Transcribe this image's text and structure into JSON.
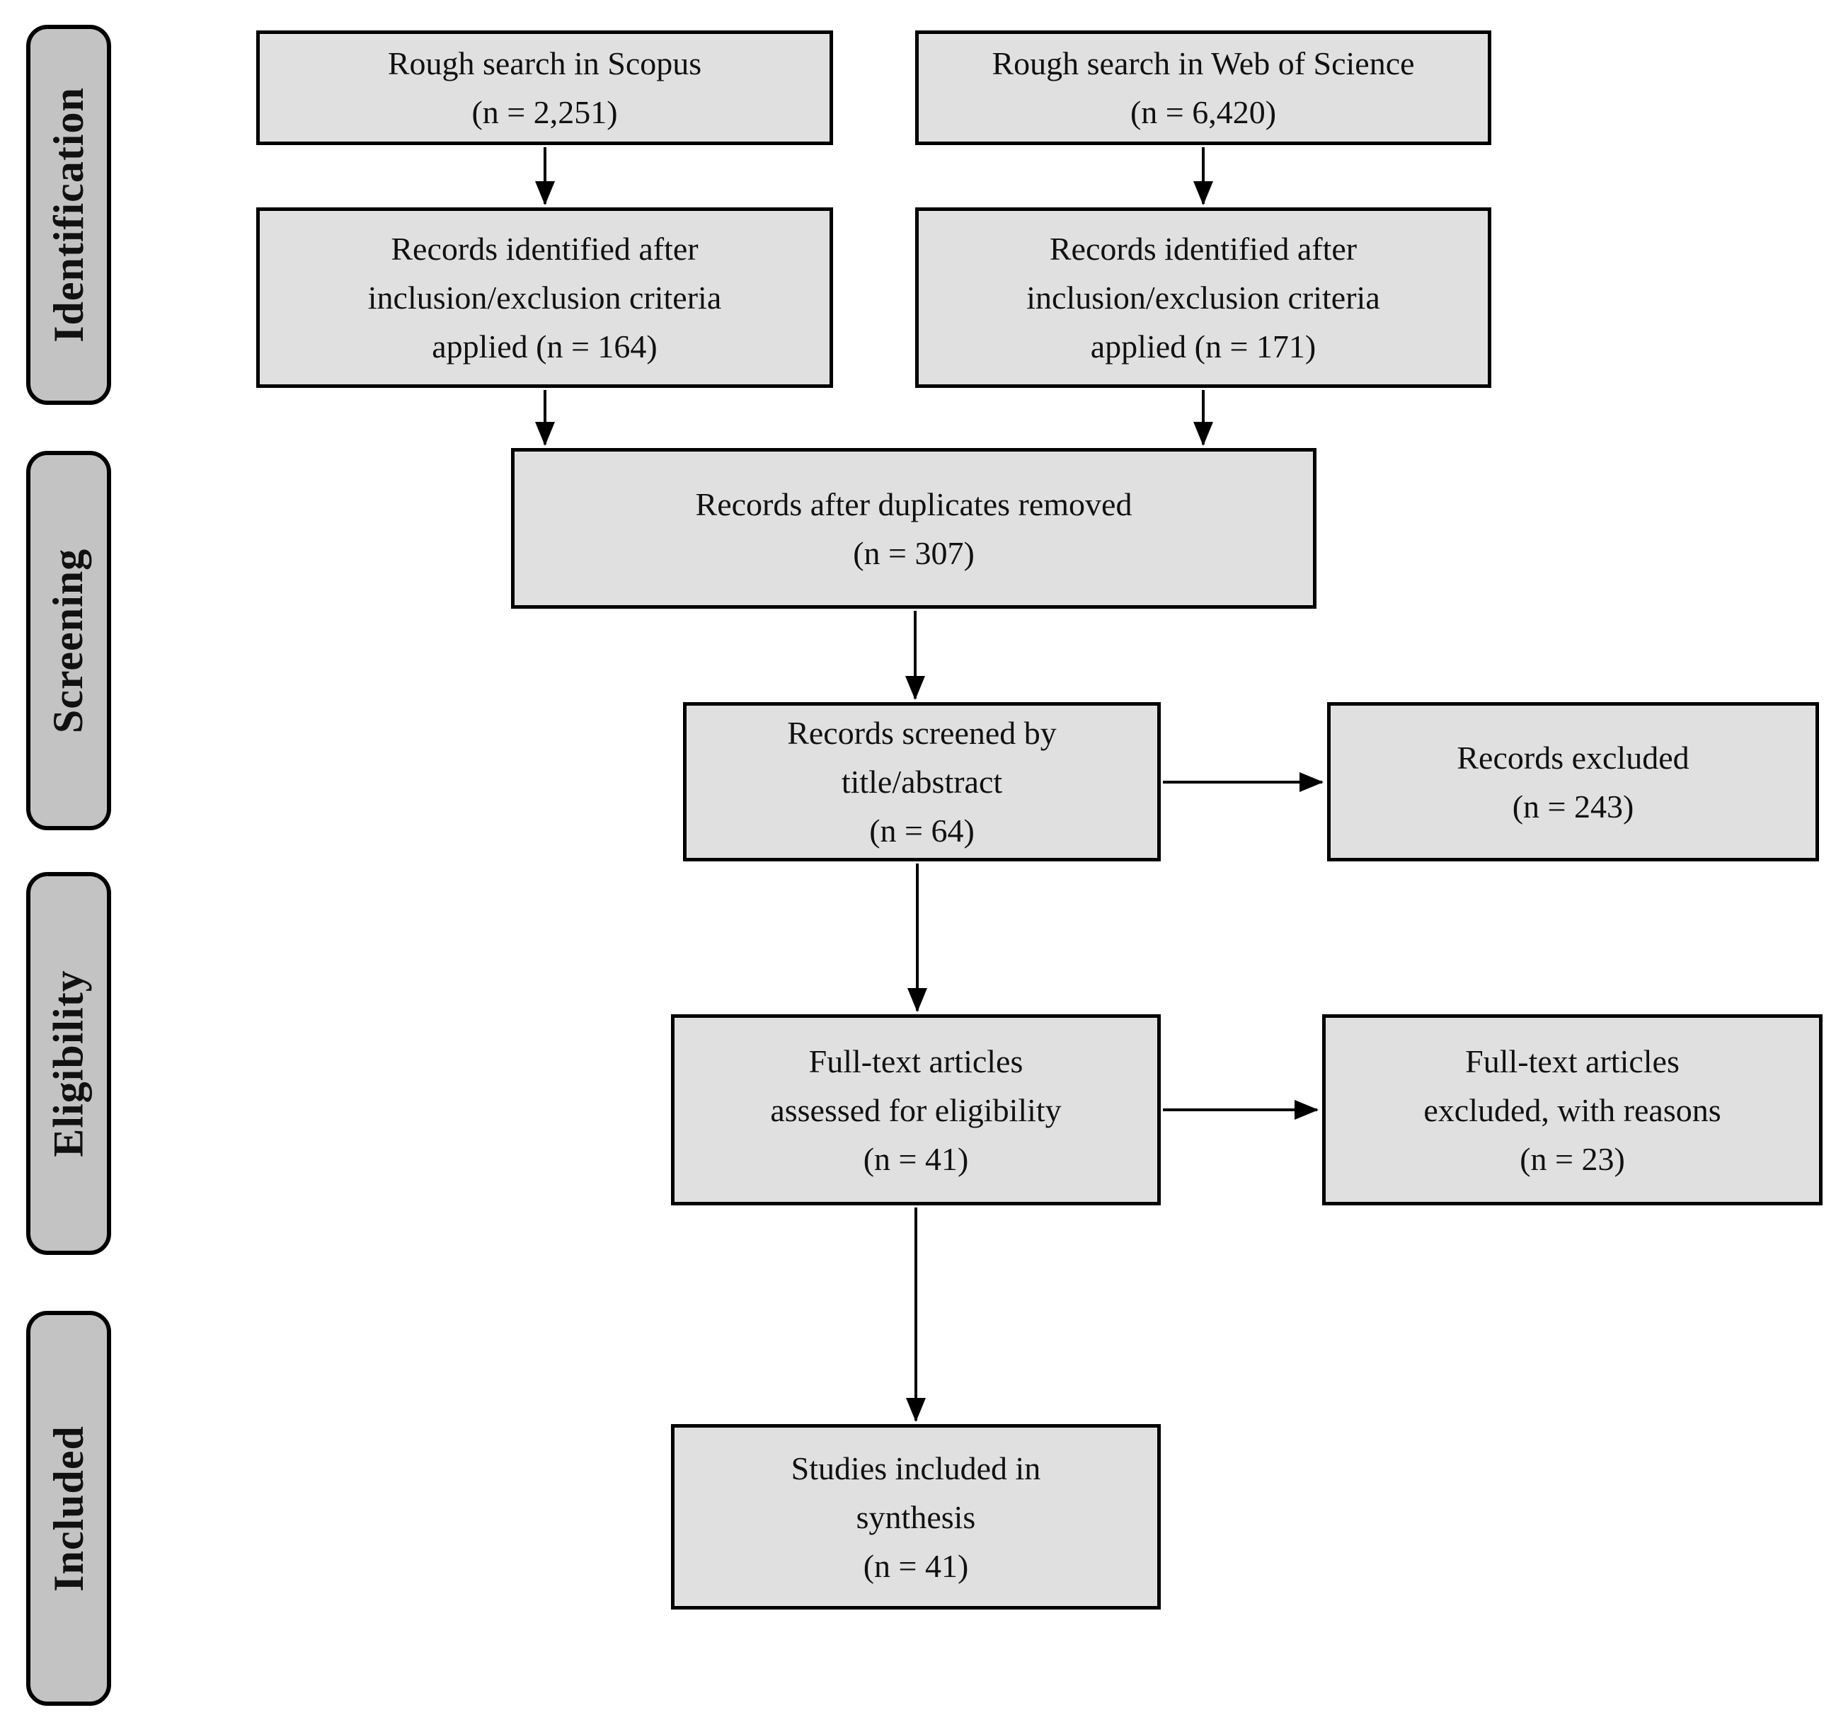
{
  "colors": {
    "background": "#ffffff",
    "box_fill": "#e0e0e0",
    "tab_fill": "#c3c3c3",
    "line": "#000000",
    "text": "#111111"
  },
  "stages": [
    {
      "label": "Identification"
    },
    {
      "label": "Screening"
    },
    {
      "label": "Eligibility"
    },
    {
      "label": "Included"
    }
  ],
  "boxes": {
    "scopus_search": {
      "n": "2,251",
      "lines": [
        "Rough search in Scopus",
        "(n = 2,251)"
      ]
    },
    "wos_search": {
      "n": "6,420",
      "lines": [
        "Rough search in Web of Science",
        "(n = 6,420)"
      ]
    },
    "scopus_filtered": {
      "n": "164",
      "lines": [
        "Records identified after",
        "inclusion/exclusion criteria",
        "applied (n = 164)"
      ]
    },
    "wos_filtered": {
      "n": "171",
      "lines": [
        "Records identified after",
        "inclusion/exclusion criteria",
        "applied (n = 171)"
      ]
    },
    "duplicates_removed": {
      "n": "307",
      "lines": [
        "Records after duplicates removed",
        "(n = 307)"
      ]
    },
    "records_screened": {
      "n": "64",
      "lines": [
        "Records screened by",
        "title/abstract",
        "(n = 64)"
      ]
    },
    "records_excluded": {
      "n": "243",
      "lines": [
        "Records excluded",
        "(n = 243)"
      ]
    },
    "fulltext_assessed": {
      "n": "41",
      "lines": [
        "Full-text articles",
        "assessed for eligibility",
        "(n = 41)"
      ]
    },
    "fulltext_excluded": {
      "n": "23",
      "lines": [
        "Full-text articles",
        "excluded, with reasons",
        "(n = 23)"
      ]
    },
    "studies_included": {
      "n": "41",
      "lines": [
        "Studies included in",
        "synthesis",
        "(n = 41)"
      ]
    }
  },
  "edges": [
    {
      "from": "scopus_search",
      "to": "scopus_filtered"
    },
    {
      "from": "wos_search",
      "to": "wos_filtered"
    },
    {
      "from": "scopus_filtered",
      "to": "duplicates_removed"
    },
    {
      "from": "wos_filtered",
      "to": "duplicates_removed"
    },
    {
      "from": "duplicates_removed",
      "to": "records_screened"
    },
    {
      "from": "records_screened",
      "to": "records_excluded"
    },
    {
      "from": "records_screened",
      "to": "fulltext_assessed"
    },
    {
      "from": "fulltext_assessed",
      "to": "fulltext_excluded"
    },
    {
      "from": "fulltext_assessed",
      "to": "studies_included"
    }
  ]
}
